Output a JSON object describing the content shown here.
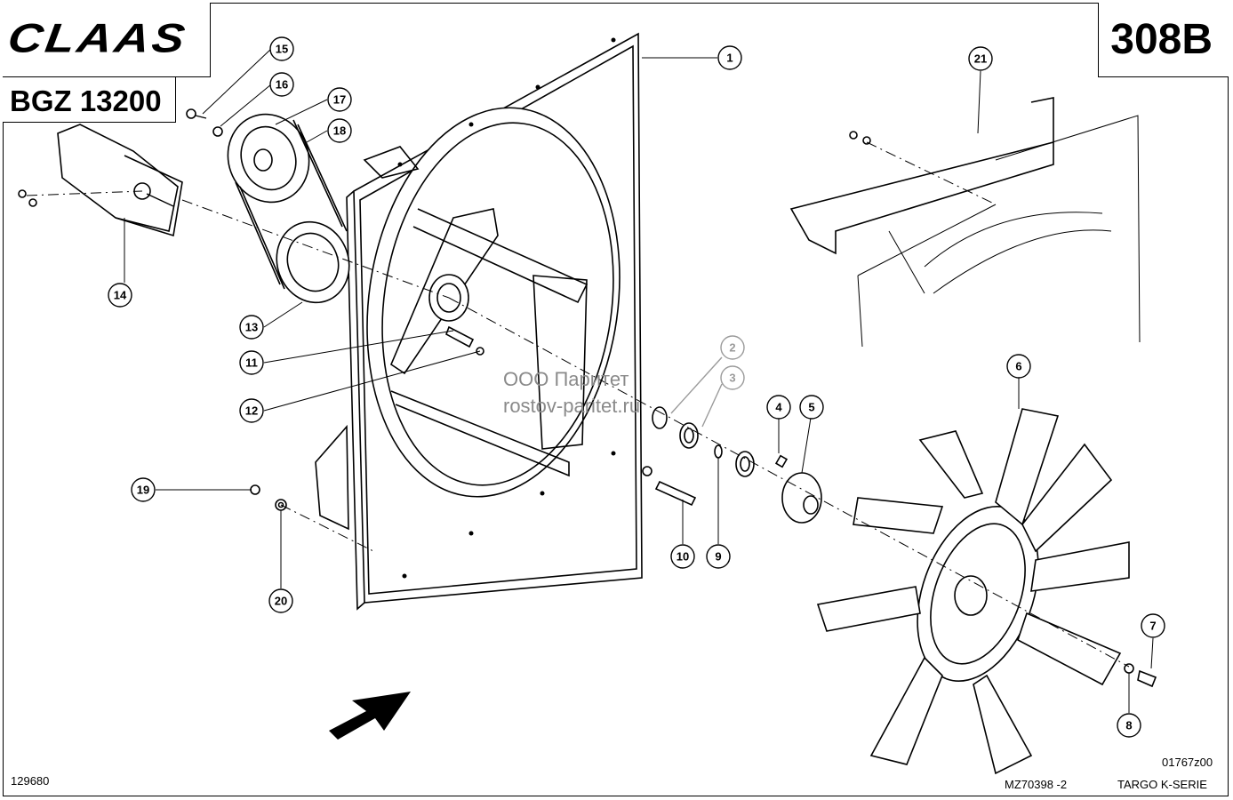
{
  "header": {
    "brand": "CLAAS",
    "group_code": "BGZ 13200",
    "page_code": "308B"
  },
  "footer": {
    "doc_number": "129680",
    "drawing_number": "MZ70398 -2",
    "illustration_code": "01767z00",
    "series": "TARGO K-SERIE"
  },
  "watermark": {
    "line1": "ООО Паритет",
    "line2": "rostov-paritet.ru"
  },
  "callouts": [
    {
      "id": "1",
      "label": "1"
    },
    {
      "id": "2",
      "label": "2"
    },
    {
      "id": "3",
      "label": "3"
    },
    {
      "id": "4",
      "label": "4"
    },
    {
      "id": "5",
      "label": "5"
    },
    {
      "id": "6",
      "label": "6"
    },
    {
      "id": "7",
      "label": "7"
    },
    {
      "id": "8",
      "label": "8"
    },
    {
      "id": "9",
      "label": "9"
    },
    {
      "id": "10",
      "label": "10"
    },
    {
      "id": "11",
      "label": "11"
    },
    {
      "id": "12",
      "label": "12"
    },
    {
      "id": "13",
      "label": "13"
    },
    {
      "id": "14",
      "label": "14"
    },
    {
      "id": "15",
      "label": "15"
    },
    {
      "id": "16",
      "label": "16"
    },
    {
      "id": "17",
      "label": "17"
    },
    {
      "id": "18",
      "label": "18"
    },
    {
      "id": "19",
      "label": "19"
    },
    {
      "id": "20",
      "label": "20"
    },
    {
      "id": "21",
      "label": "21"
    }
  ],
  "colors": {
    "ink": "#000000",
    "paper": "#ffffff",
    "watermark": "#8a8a8a"
  }
}
